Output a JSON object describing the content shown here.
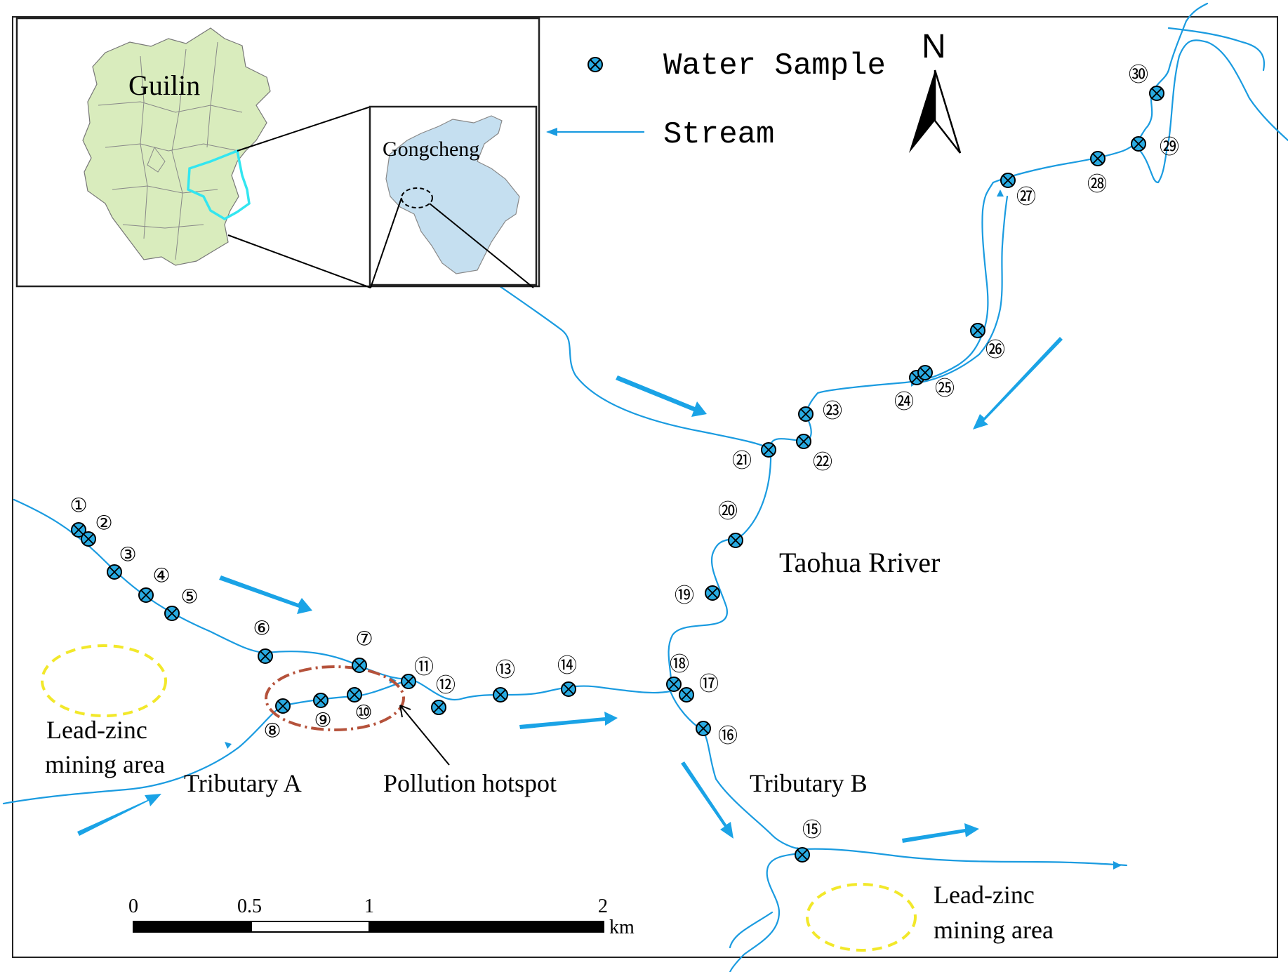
{
  "colors": {
    "stream": "#1a9be0",
    "sample_fill": "#29abe2",
    "guilin_fill": "#d9ecbd",
    "gongcheng_fill": "#c5dff0",
    "highlight_outline": "#33e6f0",
    "mining_area_outline": "#f2e82a",
    "hotspot_outline": "#b5523b"
  },
  "legend": {
    "sample_label": "Water Sample",
    "stream_label": "Stream",
    "icons": [
      "sample-cross-circle-icon",
      "stream-line-icon"
    ]
  },
  "north_arrow": {
    "label": "N"
  },
  "inset": {
    "region_label": "Guilin",
    "county_label": "Gongcheng"
  },
  "labels": {
    "river": "Taohua Rriver",
    "tributary_a": "Tributary A",
    "tributary_b": "Tributary B",
    "hotspot": "Pollution hotspot",
    "mining_left_line1": "Lead-zinc",
    "mining_left_line2": "mining area",
    "mining_right_line1": "Lead-zinc",
    "mining_right_line2": "mining area"
  },
  "scale_bar": {
    "ticks": [
      "0",
      "0.5",
      "1",
      "2"
    ],
    "unit": "km"
  },
  "samples": [
    {
      "id": "①"
    },
    {
      "id": "②"
    },
    {
      "id": "③"
    },
    {
      "id": "④"
    },
    {
      "id": "⑤"
    },
    {
      "id": "⑥"
    },
    {
      "id": "⑦"
    },
    {
      "id": "⑧"
    },
    {
      "id": "⑨"
    },
    {
      "id": "⑩"
    },
    {
      "id": "⑪"
    },
    {
      "id": "⑫"
    },
    {
      "id": "⑬"
    },
    {
      "id": "⑭"
    },
    {
      "id": "⑮"
    },
    {
      "id": "⑯"
    },
    {
      "id": "⑰"
    },
    {
      "id": "⑱"
    },
    {
      "id": "⑲"
    },
    {
      "id": "⑳"
    },
    {
      "id": "㉑"
    },
    {
      "id": "㉒"
    },
    {
      "id": "㉓"
    },
    {
      "id": "㉔"
    },
    {
      "id": "㉕"
    },
    {
      "id": "㉖"
    },
    {
      "id": "㉗"
    },
    {
      "id": "㉘"
    },
    {
      "id": "㉙"
    },
    {
      "id": "㉚"
    }
  ]
}
